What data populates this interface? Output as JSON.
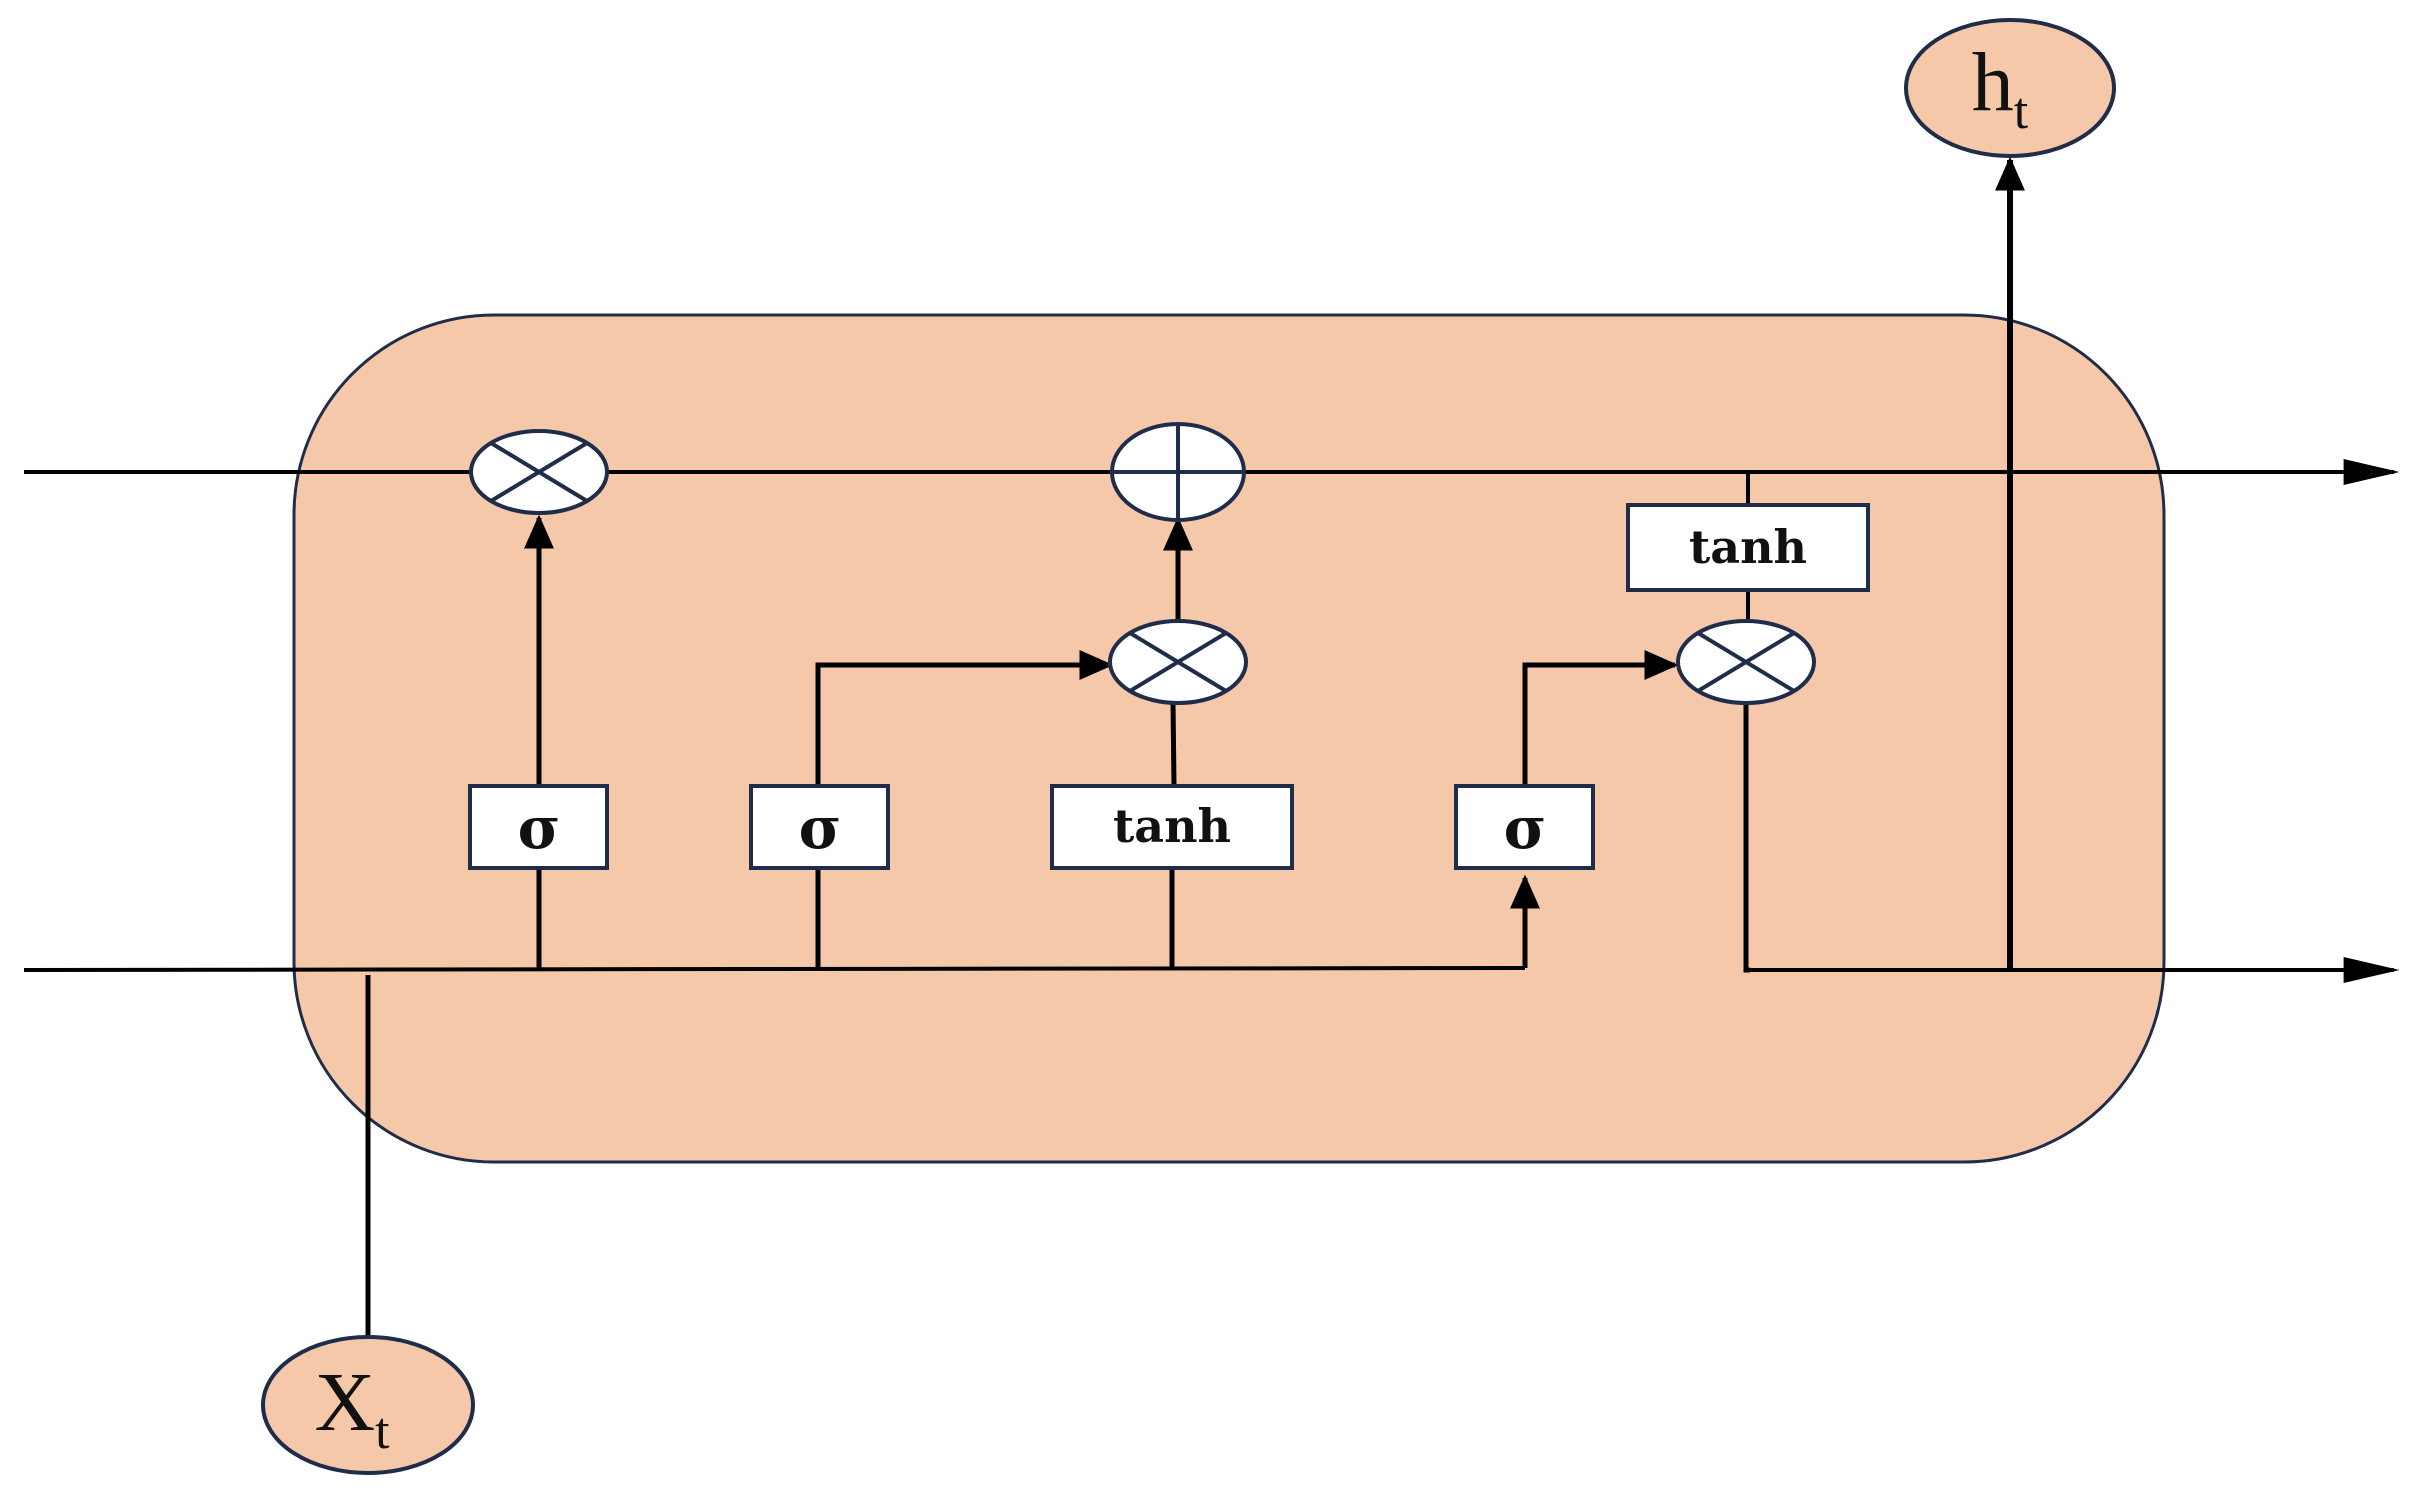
{
  "diagram": {
    "gates": {
      "forget": "σ",
      "input": "σ",
      "candidate": "tanh",
      "output": "σ",
      "cell_tanh": "tanh"
    },
    "io": {
      "input_main": "X",
      "input_sub": "t",
      "output_main": "h",
      "output_sub": "t"
    },
    "colors": {
      "cell_fill": "#f6c8aa",
      "cell_stroke": "#1f2d4a",
      "node_fill": "#ffffff",
      "line": "#000000"
    }
  }
}
